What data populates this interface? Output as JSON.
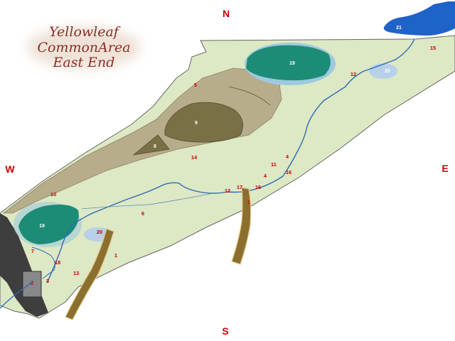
{
  "title": {
    "line1": "Yellowleaf",
    "line2": "CommonArea",
    "line3": "East End"
  },
  "compass": {
    "north": "N",
    "south": "S",
    "east": "E",
    "west": "W"
  },
  "colors": {
    "grass": "#dde8c4",
    "outline": "#666666",
    "lake": "#1d8c76",
    "lake_halo": "#9ec9e0",
    "pond": "#b6d1e8",
    "river": "#2e6bb5",
    "sea": "#1f63c9",
    "hill": "#b8ad8a",
    "hill_top": "#7a7046",
    "track": "#8a6f2e",
    "wall": "#3e3e3e",
    "label_red": "#cc0000"
  },
  "map_labels": {
    "sea": "21",
    "lake_north": "19",
    "lake_west": "19",
    "pond_ne": "20",
    "pond_w": "20",
    "hilltop_large": "9",
    "hilltop_small": "8",
    "l15": "15",
    "l12_ne": "12",
    "l5": "5",
    "l14": "14",
    "l11": "11",
    "l4_upper": "4",
    "l16_upper": "16",
    "l4_lower": "4",
    "l16_lower": "16",
    "l17": "17",
    "l12_mid": "12",
    "l1_track": "1",
    "l6": "6",
    "l10": "10",
    "l1_south": "1",
    "l7": "7",
    "l18": "18",
    "l13": "13",
    "l3": "3",
    "l2": "2"
  }
}
